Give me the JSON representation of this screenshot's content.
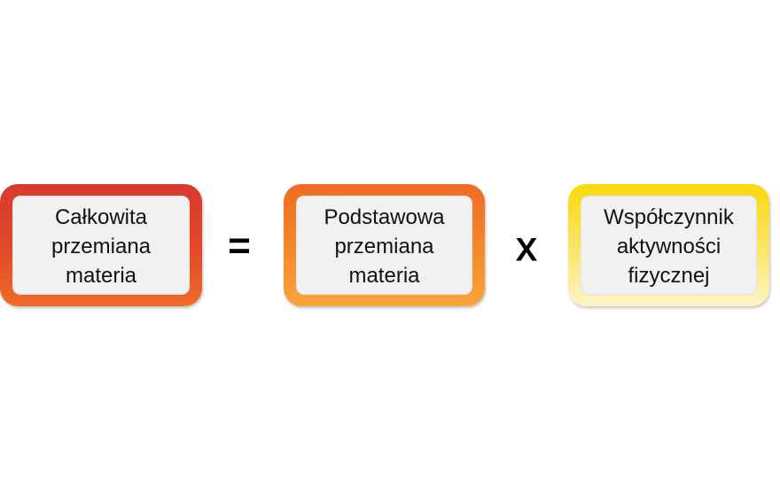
{
  "boxes": [
    {
      "label": "Całkowita\nprzemiana\nmateria"
    },
    {
      "label": "Podstawowa\nprzemiana\nmateria"
    },
    {
      "label": "Współczynnik\naktywności\nfizycznej"
    }
  ],
  "operators": {
    "equals": "=",
    "times": "x"
  },
  "colors": {
    "box1": "#e24a2a",
    "box2": "#f48a2c",
    "box3": "#fbe56a",
    "inner": "#f1f1f1"
  }
}
